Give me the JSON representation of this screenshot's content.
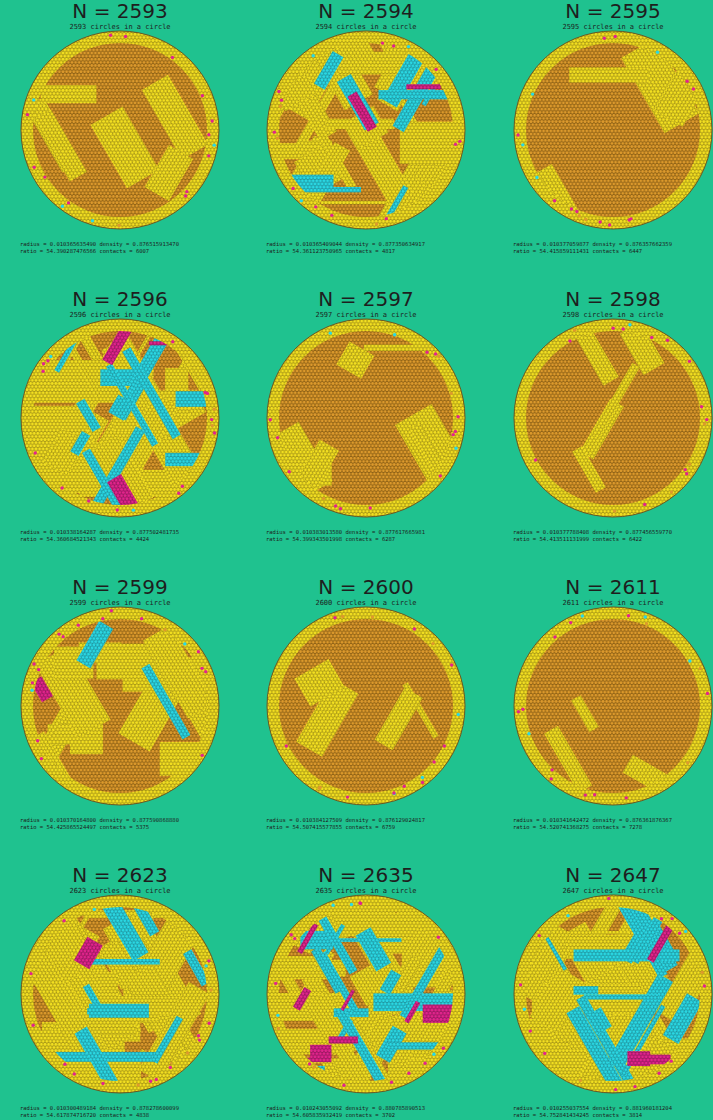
{
  "diagram": {
    "labels": [
      "N = 2593",
      "2593 circles in a circle",
      "radius =  0.010365635490   density = 0.876515913470",
      "ratio  = 54.390287476566   contacts = 6007",
      "N = 2594",
      "2594 circles in a circle",
      "radius =  0.010365409044   density = 0.877350634917",
      "ratio  = 54.361123750965   contacts = 4817",
      "N = 2595",
      "2595 circles in a circle",
      "radius =  0.010377059877   density = 0.876357662359",
      "ratio  = 54.415859111431   contacts = 6447",
      "N = 2596",
      "2596 circles in a circle",
      "radius =  0.010338164287   density = 0.877502481735",
      "ratio  = 54.360684521343   contacts = 4424",
      "N = 2597",
      "2597 circles in a circle",
      "radius =  0.010383013580   density = 0.877617665981",
      "ratio  = 54.399343501998   contacts = 6287",
      "N = 2598",
      "2598 circles in a circle",
      "radius =  0.010377788408   density = 0.877456559770",
      "ratio  = 54.413511131999   contacts = 6422",
      "N = 2599",
      "2599 circles in a circle",
      "radius =  0.010370164800   density = 0.877590868880",
      "ratio  = 54.425865524497   contacts = 5375",
      "N = 2600",
      "2600 circles in a circle",
      "radius =  0.010384127509   density = 0.876129024817",
      "ratio  = 54.507415577855   contacts = 6759",
      "N = 2611",
      "2611 circles in a circle",
      "radius =  0.010341642472   density = 0.876361876367",
      "ratio  = 54.520741368275   contacts = 7278",
      "N = 2623",
      "2623 circles in a circle",
      "radius =  0.010300489184   density = 0.878278600099",
      "ratio  = 54.617874716720   contacts = 4838",
      "N = 2635",
      "2635 circles in a circle",
      "radius =  0.010243055092   density = 0.880785890513",
      "ratio  = 54.605835932419   contacts = 3702",
      "N = 2647",
      "2647 circles in a circle",
      "radius =  0.010255037554   density = 0.881960181204",
      "ratio  = 54.752841434245   contacts = 3814"
    ]
  }
}
